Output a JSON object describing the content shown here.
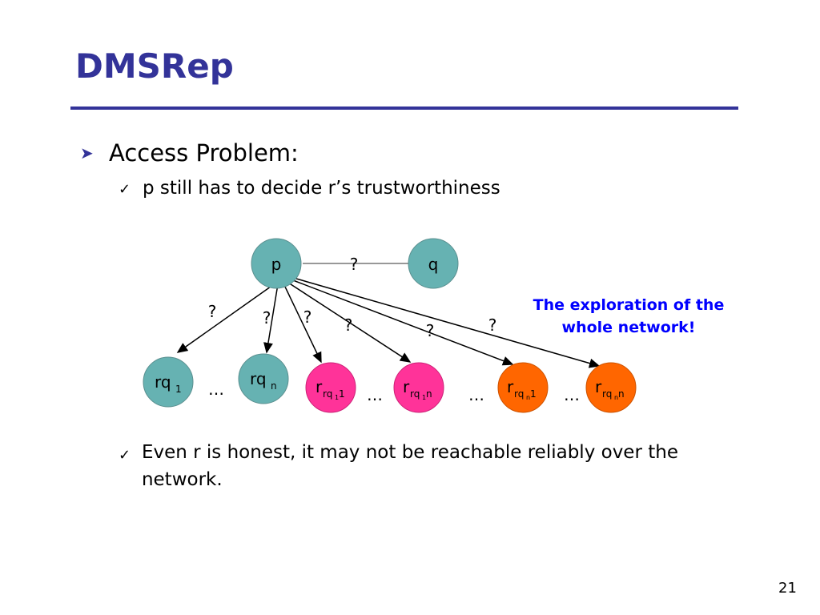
{
  "title": "DMSRep",
  "bullets": {
    "main": "Access Problem:",
    "sub1": "p still has to decide r’s trustworthiness",
    "sub2": "Even r is honest, it may not be reachable reliably over the network."
  },
  "icons": {
    "main_bullet": "arrow-bullet-icon",
    "sub_bullet": "checkmark-icon"
  },
  "diagram": {
    "nodes": {
      "p": "p",
      "q": "q",
      "rq1_base": "rq",
      "rq1_sub": "1",
      "rqn_base": "rq",
      "rqn_sub": "n",
      "r_a_base": "r",
      "r_a_sub": "rq",
      "r_a_subsub": "1",
      "r_a_tail": "1",
      "r_b_base": "r",
      "r_b_sub": "rq",
      "r_b_subsub": "1",
      "r_b_tail": "n",
      "r_c_base": "r",
      "r_c_sub": "rq",
      "r_c_subsub": "n",
      "r_c_tail": "1",
      "r_d_base": "r",
      "r_d_sub": "rq",
      "r_d_subsub": "n",
      "r_d_tail": "n"
    },
    "question": "?",
    "ellipsis": "…",
    "colors": {
      "teal_node": "#66b2b2",
      "pink_node": "#ff3399",
      "orange_node": "#ff6600"
    }
  },
  "note": "The exploration of the whole network!",
  "page_number": "21"
}
